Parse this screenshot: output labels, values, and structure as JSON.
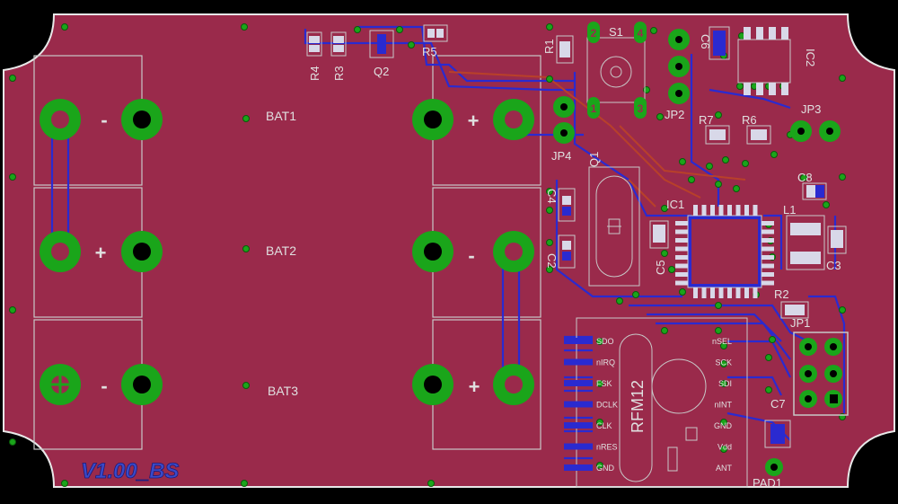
{
  "labels": {
    "bat1": "BAT1",
    "bat2": "BAT2",
    "bat3": "BAT3",
    "plus": "+",
    "minus": "-",
    "r1": "R1",
    "r2": "R2",
    "r3": "R3",
    "r4": "R4",
    "r5": "R5",
    "r6": "R6",
    "r7": "R7",
    "q1": "Q1",
    "q2": "Q2",
    "s1": "S1",
    "c2": "C2",
    "c3": "C3",
    "c4": "C4",
    "c5": "C5",
    "c6": "C6",
    "c7": "C7",
    "c8": "C8",
    "ic1": "IC1",
    "ic2": "IC2",
    "jp1": "JP1",
    "jp2": "JP2",
    "jp3": "JP3",
    "jp4": "JP4",
    "l1": "L1",
    "pad1": "PAD1",
    "rfm": "RFM12",
    "version": "V1.00_BS",
    "s1_pin1": "1",
    "s1_pin2": "2",
    "s1_pin3": "3",
    "s1_pin4": "4"
  },
  "rfm_left_pins": [
    "SDO",
    "nIRQ",
    "FSK",
    "DCLK",
    "CLK",
    "nRES",
    "GND"
  ],
  "rfm_right_pins": [
    "nSEL",
    "SCK",
    "SDI",
    "nINT",
    "GND",
    "Vdd",
    "ANT"
  ],
  "colors": {
    "board": "#9a2a4b",
    "background": "#000000",
    "pad_green": "#1aa51a",
    "trace_blue": "#2a2ad0",
    "silk": "#c8c8c8",
    "version_text": "#3a4ac8"
  }
}
